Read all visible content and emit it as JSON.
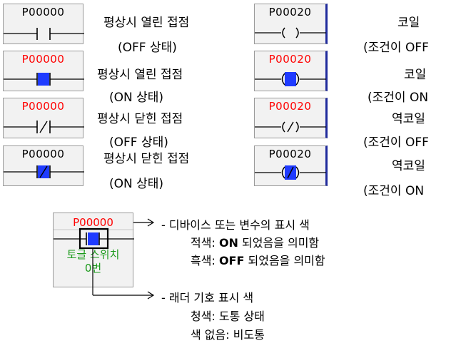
{
  "contacts": [
    {
      "address": "P00000",
      "state": "off",
      "symbol": "normally-open",
      "desc": "평상시 열린 접점",
      "status": "(OFF 상태)"
    },
    {
      "address": "P00000",
      "state": "on",
      "symbol": "normally-open",
      "desc": "평상시 열린 접점",
      "status": "(ON 상태)"
    },
    {
      "address": "P00000",
      "state": "on",
      "symbol": "normally-closed",
      "desc": "평상시 닫힌 접점",
      "status": "(OFF 상태)"
    },
    {
      "address": "P00000",
      "state": "off",
      "symbol": "normally-closed",
      "desc": "평상시 닫힌 접점",
      "status": "(ON 상태)"
    }
  ],
  "coils": [
    {
      "address": "P00020",
      "state": "off",
      "symbol": "coil",
      "desc": "코일",
      "status": "(조건이 OFF"
    },
    {
      "address": "P00020",
      "state": "on",
      "symbol": "coil",
      "desc": "코일",
      "status": "(조건이 ON"
    },
    {
      "address": "P00020",
      "state": "on",
      "symbol": "inverse-coil",
      "desc": "역코일",
      "status": "(조건이 OFF"
    },
    {
      "address": "P00020",
      "state": "off",
      "symbol": "inverse-coil",
      "desc": "역코일",
      "status": "(조건이 ON"
    }
  ],
  "example": {
    "address": "P00000",
    "switch_label_1": "토글 스위치",
    "switch_label_2": "0번"
  },
  "legend_device": {
    "title": "- 디바이스 또는 변수의 표시 색",
    "red_prefix": "적색:",
    "red_state": "ON",
    "red_suffix": "되었음을 의미함",
    "black_prefix": "흑색:",
    "black_state": "OFF",
    "black_suffix": "되었음을 의미함"
  },
  "legend_ladder": {
    "title": "- 래더 기호 표시 색",
    "blue": "청색: 도통 상태",
    "none": "색 없음: 비도통"
  },
  "colors": {
    "on_text": "#ff0000",
    "off_text": "#000000",
    "conducting_fill": "#1f3bff",
    "rail": "#1f2a9c",
    "switch_label": "#1a9a1a",
    "cell_bg": "#f2f2f2"
  }
}
